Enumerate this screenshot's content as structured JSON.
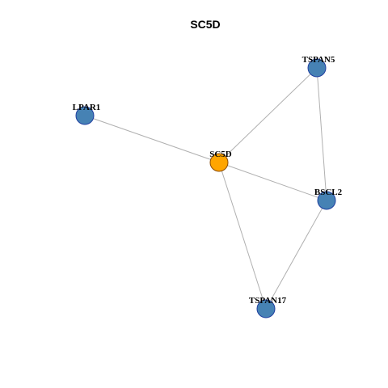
{
  "title": "SC5D",
  "colors": {
    "center_fill": "#FFA500",
    "center_stroke": "#8B4A00",
    "neighbor_fill": "#4682B4",
    "neighbor_stroke": "#1F3FA0",
    "edge": "#B0B0B0"
  },
  "nodes": [
    {
      "id": "SC5D",
      "label": "SC5D",
      "role": "center"
    },
    {
      "id": "TSPAN5",
      "label": "TSPAN5",
      "role": "neighbor"
    },
    {
      "id": "LPAR1",
      "label": "LPAR1",
      "role": "neighbor"
    },
    {
      "id": "BSCL2",
      "label": "BSCL2",
      "role": "neighbor"
    },
    {
      "id": "TSPAN17",
      "label": "TSPAN17",
      "role": "neighbor"
    }
  ],
  "edges": [
    {
      "source": "SC5D",
      "target": "LPAR1"
    },
    {
      "source": "SC5D",
      "target": "TSPAN5"
    },
    {
      "source": "SC5D",
      "target": "BSCL2"
    },
    {
      "source": "SC5D",
      "target": "TSPAN17"
    },
    {
      "source": "TSPAN5",
      "target": "BSCL2"
    },
    {
      "source": "BSCL2",
      "target": "TSPAN17"
    }
  ]
}
